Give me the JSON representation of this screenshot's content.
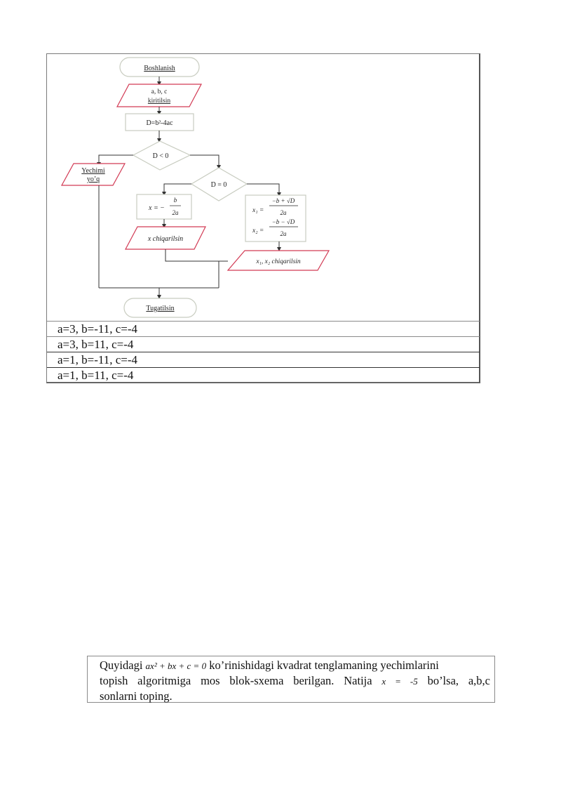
{
  "flowchart": {
    "start": "Boshlanish",
    "input_line1": "a, b, c",
    "input_line2": "kiritilsin",
    "compute": "D=b²-4ac",
    "decision1": "D < 0",
    "no_solution_line1": "Yechimi",
    "no_solution_line2": "yo’q",
    "decision2": "D = 0",
    "single_root_lhs": "x = −",
    "single_root_num": "b",
    "single_root_den": "2a",
    "single_output": "x chiqarilsin",
    "x1_lhs": "x₁ =",
    "x1_num": "−b + √D",
    "x2_lhs": "x₂ =",
    "x2_num": "−b − √D",
    "roots_den": "2a",
    "double_output": "x₁, x₂ chiqarilsin",
    "end": "Tugatilsin",
    "colors": {
      "io_border": "#d23a54",
      "shape_border": "#c8ccc0",
      "line": "#333333"
    }
  },
  "options": [
    "a=3, b=-11, c=-4",
    "a=3, b=11, c=-4",
    "a=1, b=-11, c=-4",
    "a=1, b=11, c=-4"
  ],
  "question": {
    "intro": "Quyidagi",
    "equation": "ax² + bx + c = 0",
    "line1_rest": "ko’rinishidagi kvadrat tenglamaning yechimlarini",
    "line2_start": "topish algoritmiga mos blok-sxema berilgan. Natija",
    "result": "x = -5",
    "line2_end": "bo’lsa, a,b,c",
    "line3": "sonlarni toping."
  }
}
